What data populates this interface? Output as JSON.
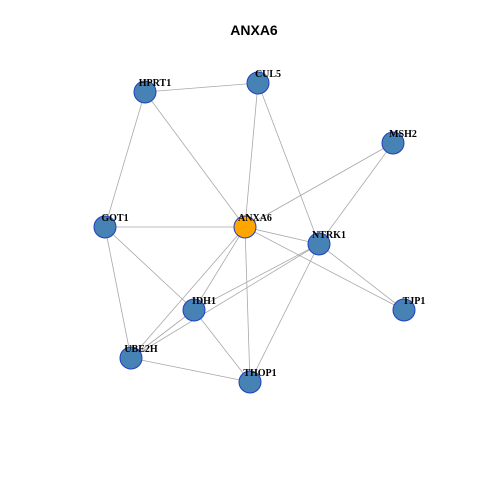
{
  "title": "ANXA6",
  "colors": {
    "node_fill": "#4682b4",
    "center_fill": "#ffa500",
    "node_stroke": "#1f3fbf",
    "edge": "#a8a8a8"
  },
  "nodes": [
    {
      "id": "ANXA6",
      "label": "ANXA6",
      "center": true
    },
    {
      "id": "HPRT1",
      "label": "HPRT1"
    },
    {
      "id": "CUL5",
      "label": "CUL5"
    },
    {
      "id": "MSH2",
      "label": "MSH2"
    },
    {
      "id": "GOT1",
      "label": "GOT1"
    },
    {
      "id": "NTRK1",
      "label": "NTRK1"
    },
    {
      "id": "IDH1",
      "label": "IDH1"
    },
    {
      "id": "TJP1",
      "label": "TJP1"
    },
    {
      "id": "UBE2H",
      "label": "UBE2H"
    },
    {
      "id": "THOP1",
      "label": "THOP1"
    }
  ],
  "edges": [
    [
      "HPRT1",
      "CUL5"
    ],
    [
      "HPRT1",
      "ANXA6"
    ],
    [
      "HPRT1",
      "GOT1"
    ],
    [
      "CUL5",
      "ANXA6"
    ],
    [
      "CUL5",
      "NTRK1"
    ],
    [
      "MSH2",
      "ANXA6"
    ],
    [
      "MSH2",
      "NTRK1"
    ],
    [
      "GOT1",
      "ANXA6"
    ],
    [
      "GOT1",
      "IDH1"
    ],
    [
      "GOT1",
      "UBE2H"
    ],
    [
      "ANXA6",
      "NTRK1"
    ],
    [
      "ANXA6",
      "IDH1"
    ],
    [
      "ANXA6",
      "UBE2H"
    ],
    [
      "ANXA6",
      "THOP1"
    ],
    [
      "ANXA6",
      "TJP1"
    ],
    [
      "NTRK1",
      "TJP1"
    ],
    [
      "NTRK1",
      "IDH1"
    ],
    [
      "NTRK1",
      "UBE2H"
    ],
    [
      "NTRK1",
      "THOP1"
    ],
    [
      "IDH1",
      "UBE2H"
    ],
    [
      "IDH1",
      "THOP1"
    ],
    [
      "UBE2H",
      "THOP1"
    ]
  ]
}
